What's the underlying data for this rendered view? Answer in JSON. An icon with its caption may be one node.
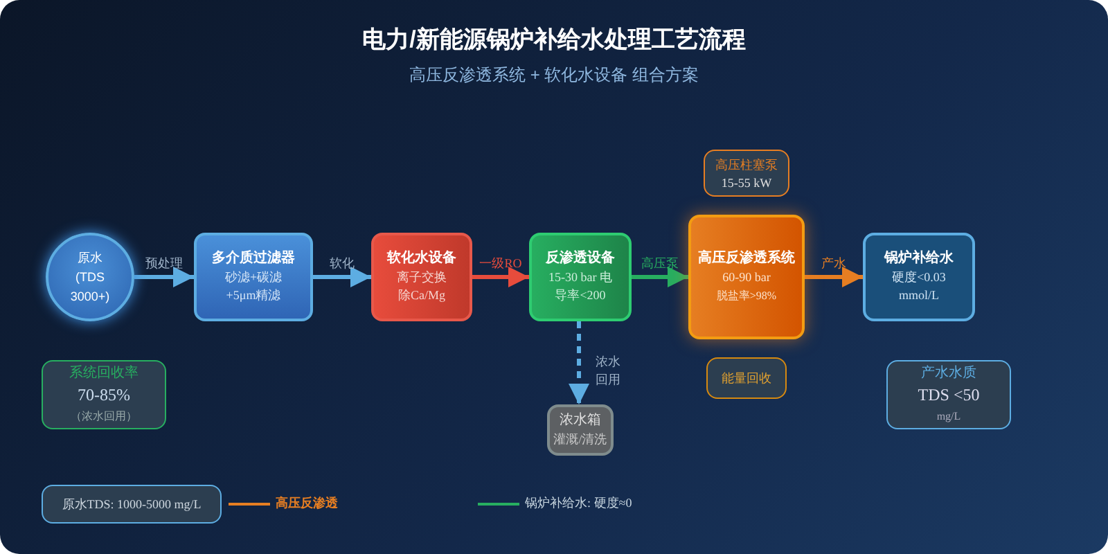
{
  "diagram": {
    "title": "电力/新能源锅炉补给水处理工艺流程",
    "nodes": [
      {
        "text": [
          "原水 (TDS 3000+)"
        ]
      },
      {
        "text": [
          "多介质过滤器",
          "砂滤+碳滤 +5μm精滤"
        ]
      },
      {
        "text": [
          "软化水设备",
          "离子交换除Ca/Mg"
        ]
      },
      {
        "text": [
          "反渗透设备",
          "15-30 bar 电导率<200"
        ]
      },
      {
        "text": [
          "高压反渗透系统",
          "60-90 bar",
          "脱盐率>98%"
        ]
      },
      {
        "text": [
          "锅炉补给水",
          "硬度<0.03 mmol/L"
        ]
      },
      {
        "text": [
          "高压柱塞泵",
          "15-55 kW"
        ]
      },
      {
        "text": [
          "能量回收"
        ]
      },
      {
        "text": [
          "浓水箱",
          "灌溉/清洗"
        ]
      },
      {
        "text": [
          "系统回收率",
          "70-85%",
          "（浓水回用）"
        ]
      },
      {
        "text": [
          "产水水质",
          "TDS <50",
          "mg/L"
        ]
      },
      {
        "text": [
          "原水TDS: 1000-5000 mg/L"
        ]
      }
    ],
    "edges": [
      {
        "from": 0,
        "to": 1,
        "arrow": "to",
        "label": "预处理"
      },
      {
        "from": 1,
        "to": 2,
        "arrow": "to",
        "label": "软化"
      },
      {
        "from": 2,
        "to": 3,
        "arrow": "to",
        "label": "一级RO",
        "color": "#e74c3c"
      },
      {
        "from": 3,
        "to": 4,
        "arrow": "to",
        "label": "高压泵",
        "color": "#27ae60"
      },
      {
        "from": 4,
        "to": 5,
        "arrow": "to",
        "label": "产水",
        "color": "#e67e22"
      },
      {
        "from": 3,
        "to": 8,
        "arrow": "to",
        "label": "浓水回用",
        "style": "dashed"
      }
    ],
    "labels": [
      "高压反渗透系统 + 软化水设备 组合方案"
    ],
    "legend": [
      {
        "text": "高压反渗透"
      },
      {
        "text": "锅炉补给水: 硬度≈0"
      }
    ]
  }
}
